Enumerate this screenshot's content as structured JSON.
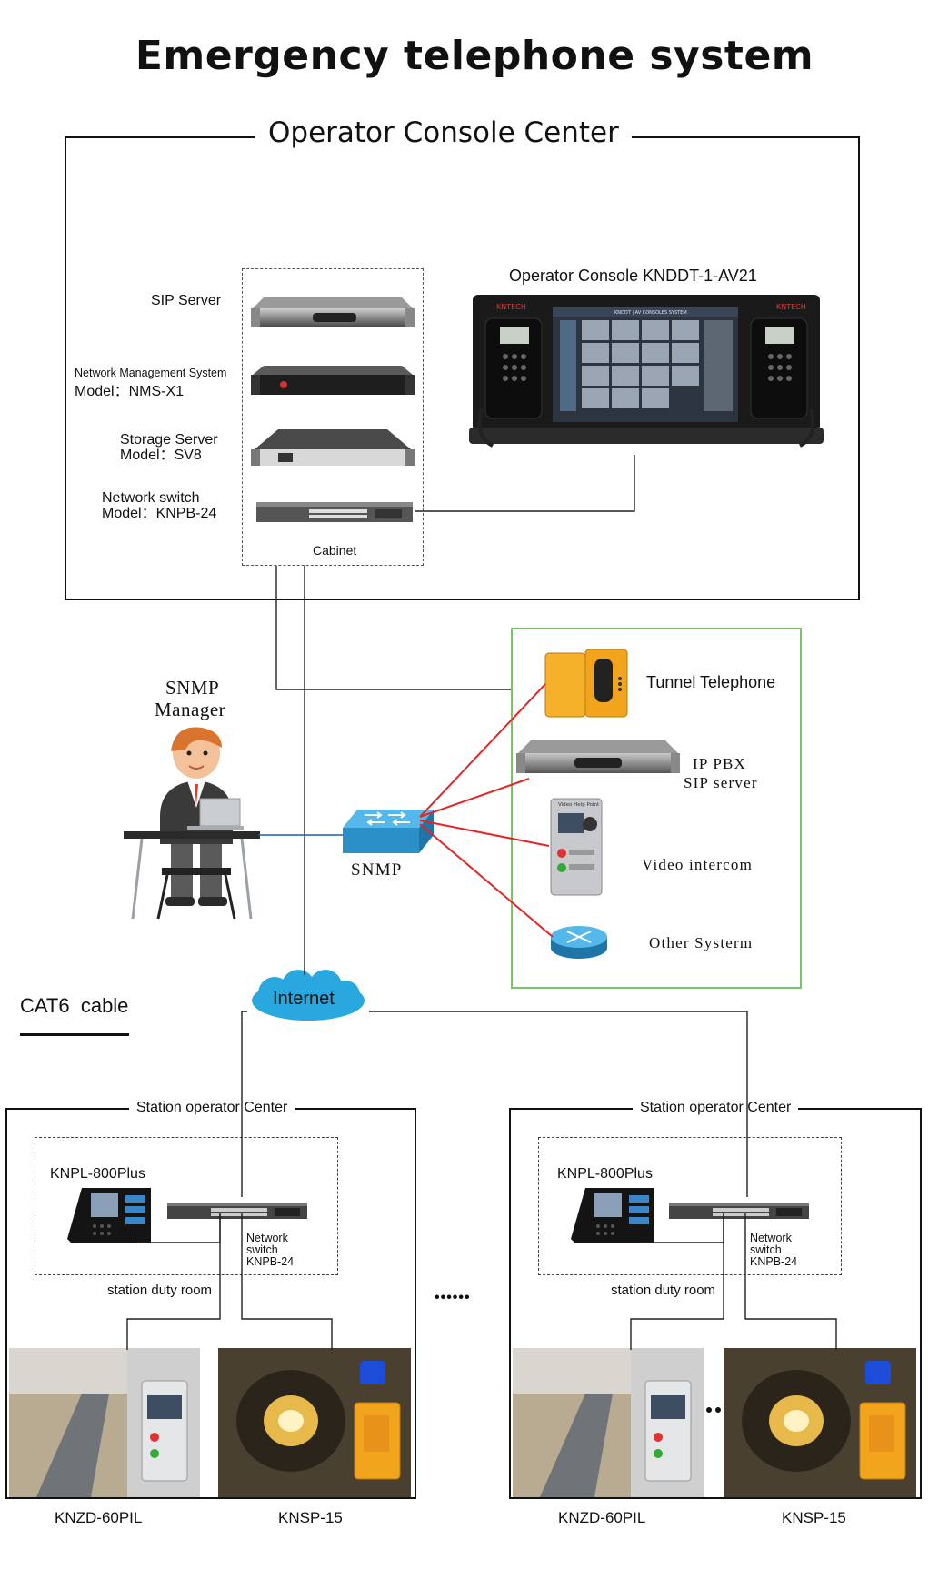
{
  "title": "Emergency telephone system",
  "operator_center": {
    "title": "Operator Console Center",
    "console_label": "Operator Console KNDDT-1-AV21",
    "console_screen_caption": "KNDDT | AV CONSOLES SYSTEM",
    "brand": "KNTECH",
    "cabinet_label": "Cabinet",
    "devices": [
      {
        "line1": "SIP Server",
        "line2": ""
      },
      {
        "line1": "Network Management System",
        "line2": "Model：NMS-X1"
      },
      {
        "line1": "Storage Server",
        "line2": "Model：SV8"
      },
      {
        "line1": "Network switch",
        "line2": "Model：KNPB-24"
      }
    ]
  },
  "snmp": {
    "manager_line1": "SNMP",
    "manager_line2": "Manager",
    "switch_label": "SNMP"
  },
  "subsystems": {
    "tunnel_telephone": "Tunnel Telephone",
    "ippbx_line1": "IP PBX",
    "ippbx_line2": "SIP server",
    "video_intercom": "Video intercom",
    "video_intercom_panel": "Video Help Point",
    "other_system": "Other Systerm"
  },
  "legend": {
    "cable_label": "CAT6  cable"
  },
  "internet_label": "Internet",
  "ellipsis": "••••••",
  "stations": [
    {
      "title": "Station operator Center",
      "phone_label": "KNPL-800Plus",
      "switch_line1": "Network",
      "switch_line2": "switch",
      "switch_line3": "KNPB-24",
      "room_label": "station duty room",
      "left_device": "KNZD-60PIL",
      "right_device": "KNSP-15"
    },
    {
      "title": "Station operator Center",
      "phone_label": "KNPL-800Plus",
      "switch_line1": "Network",
      "switch_line2": "switch",
      "switch_line3": "KNPB-24",
      "room_label": "station duty room",
      "left_device": "KNZD-60PIL",
      "right_device": "KNSP-15"
    }
  ],
  "colors": {
    "red_link": "#e52525",
    "green_border": "#7cc26a",
    "internet_cloud": "#29a8e0",
    "snmp_switch": "#3aa4dc",
    "tunnel_phone": "#f2a51c"
  }
}
